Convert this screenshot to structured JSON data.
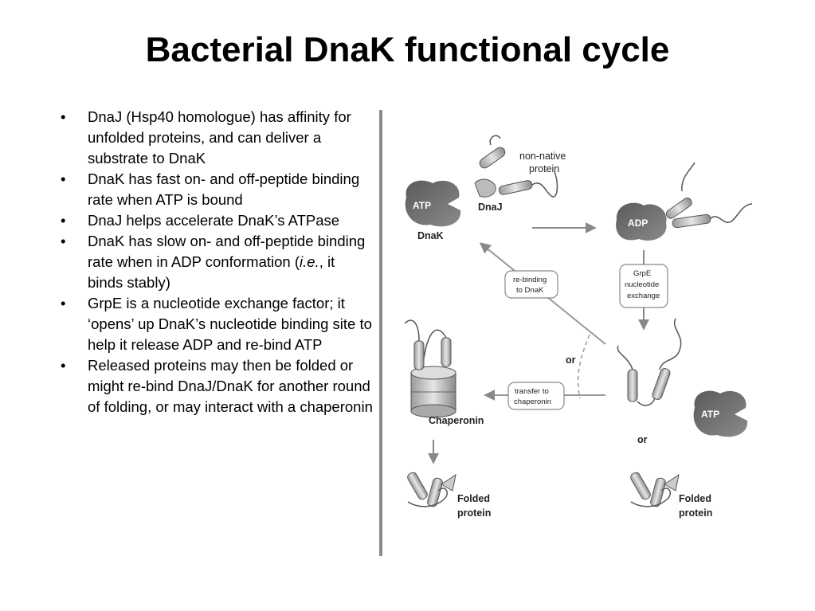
{
  "title": "Bacterial DnaK functional cycle",
  "bullets": [
    {
      "text": "DnaJ (Hsp40 homologue) has affinity for unfolded proteins, and can deliver a substrate to DnaK"
    },
    {
      "text": "DnaK has fast on- and off-peptide binding rate when ATP is bound"
    },
    {
      "text": "DnaJ helps accelerate DnaK’s ATPase"
    },
    {
      "text_before": "DnaK has slow on- and off-peptide binding rate when in ADP conformation (",
      "text_italic": "i.e.",
      "text_after": ", it binds stably)"
    },
    {
      "text": "GrpE is a nucleotide exchange factor; it ‘opens’ up DnaK’s nucleotide binding site to help it release ADP and re-bind ATP"
    },
    {
      "text": "Released proteins may then be folded or might re-bind DnaJ/DnaK for another round of folding, or may interact with a chaperonin"
    }
  ],
  "bullet_symbol": "•",
  "diagram": {
    "atp_top": "ATP",
    "dnak": "DnaK",
    "dnaj": "DnaJ",
    "non_native_line1": "non-native",
    "non_native_line2": "protein",
    "adp": "ADP",
    "rebinding_line1": "re-binding",
    "rebinding_line2": "to DnaK",
    "grpe_line1": "GrpE",
    "grpe_line2": "nucleotide",
    "grpe_line3": "exchange",
    "or_middle": "or",
    "transfer_line1": "transfer to",
    "transfer_line2": "chaperonin",
    "chaperonin": "Chaperonin",
    "atp_right": "ATP",
    "or_right": "or",
    "folded_left_line1": "Folded",
    "folded_left_line2": "protein",
    "folded_right_line1": "Folded",
    "folded_right_line2": "protein"
  }
}
